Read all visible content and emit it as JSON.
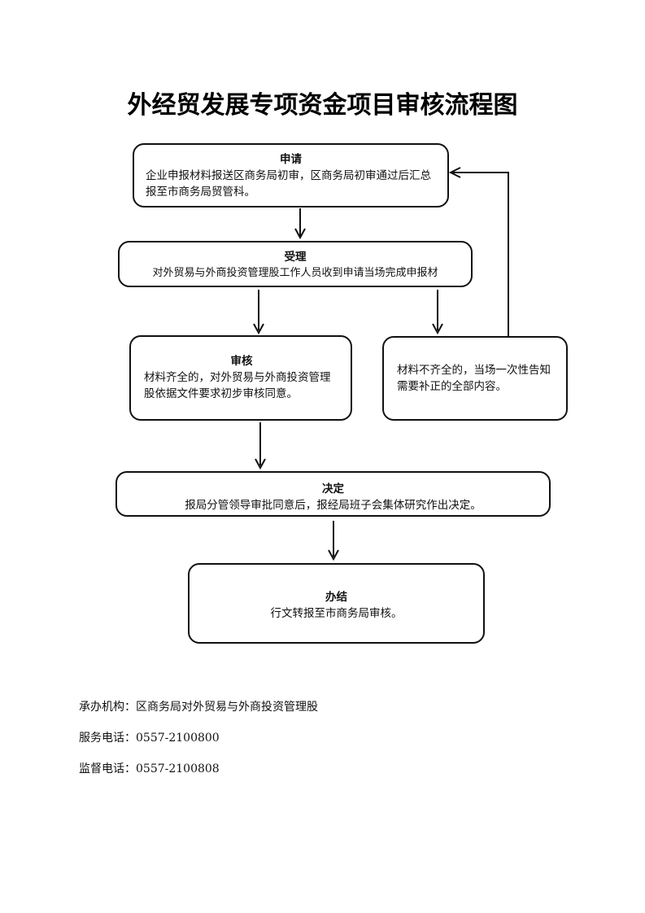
{
  "title": "外经贸发展专项资金项目审核流程图",
  "steps": {
    "apply": {
      "heading": "申请",
      "text": "企业申报材料报送区商务局初审，区商务局初审通过后汇总报至市商务局贸管科。"
    },
    "accept": {
      "heading": "受理",
      "text": "对外贸易与外商投资管理股工作人员收到申请当场完成申报材"
    },
    "review": {
      "heading": "审核",
      "text": "材料齐全的，对外贸易与外商投资管理股依据文件要求初步审核同意。"
    },
    "incomplete": {
      "text": "材料不齐全的，当场一次性告知需要补正的全部内容。"
    },
    "decide": {
      "heading": "决定",
      "text": "报局分管领导审批同意后，报经局班子会集体研究作出决定。"
    },
    "finish": {
      "heading": "办结",
      "text": "行文转报至市商务局审核。"
    }
  },
  "footer": {
    "org": "承办机构：区商务局对外贸易与外商投资管理股",
    "service_phone": "服务电话：0557-2100800",
    "supervise_phone": "监督电话：0557-2100808"
  }
}
